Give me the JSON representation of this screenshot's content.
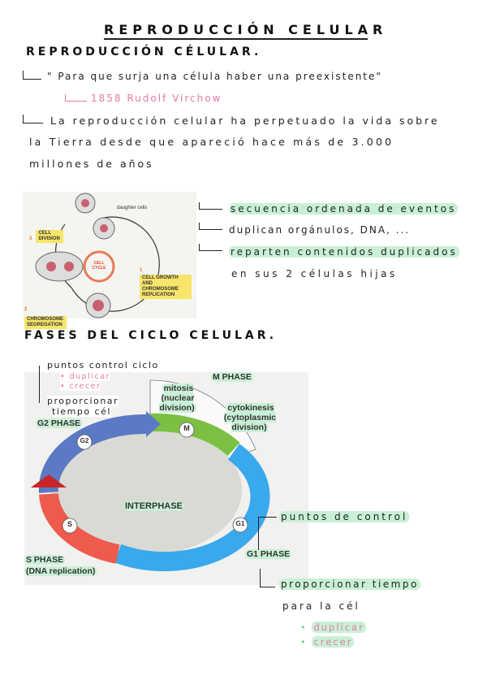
{
  "page": {
    "main_title": "REPRODUCCIÓN CELULAR",
    "subtitle": "REPRODUCCIÓN CÉLULAR.",
    "quote": "\" Para que surja una célula haber una preexistente\"",
    "quote_author": "1858 Rudolf Virchow",
    "paragraph_line1": "La reproducción celular ha perpetuado la vida sobre",
    "paragraph_line2": "la Tierra desde que apareció hace más de 3.000",
    "paragraph_line3": "millones de años",
    "section2_title": "FASES DEL CICLO CELULAR."
  },
  "figure1": {
    "daughter_cells": "daughter cells",
    "step3": "3",
    "step3_label": "CELL DIVISION",
    "step1": "1",
    "step1_label": "CELL GROWTH AND CHROMOSOME REPLICATION",
    "step2": "2",
    "step2_label": "CHROMOSOME SEGREGATION",
    "center": "CELL CYCLE"
  },
  "figure1_notes": [
    "secuencia ordenada de eventos",
    "duplican orgánulos, DNA, ...",
    "reparten contenidos duplicados",
    "en sus 2 células hijas"
  ],
  "figure2": {
    "m_phase": "M PHASE",
    "mitosis": "mitosis (nuclear division)",
    "cytokinesis": "cytokinesis (cytoplasmic division)",
    "m": "M",
    "g2_phase": "G2 PHASE",
    "g2": "G2",
    "interphase": "INTERPHASE",
    "s": "S",
    "s_phase": "S PHASE",
    "dna_replication": "(DNA replication)",
    "g1": "G1",
    "g1_phase": "G1 PHASE"
  },
  "left_notes": {
    "n1": "puntos control ciclo",
    "n2": "• duplicar",
    "n3": "• crecer",
    "n4": "proporcionar",
    "n5": "tiempo cél"
  },
  "right_notes": {
    "n1": "puntos de control",
    "n2": "proporcionar tiempo",
    "n3": "para la cél",
    "n4": "duplicar",
    "n5": "crecer"
  },
  "colors": {
    "highlight": "#c9f0d6",
    "pink": "#e57aa8",
    "m_green": "#7cc043",
    "g1_blue": "#3aa8ec",
    "g2_blue": "#5b79c4",
    "s_red": "#ee5a4b"
  }
}
